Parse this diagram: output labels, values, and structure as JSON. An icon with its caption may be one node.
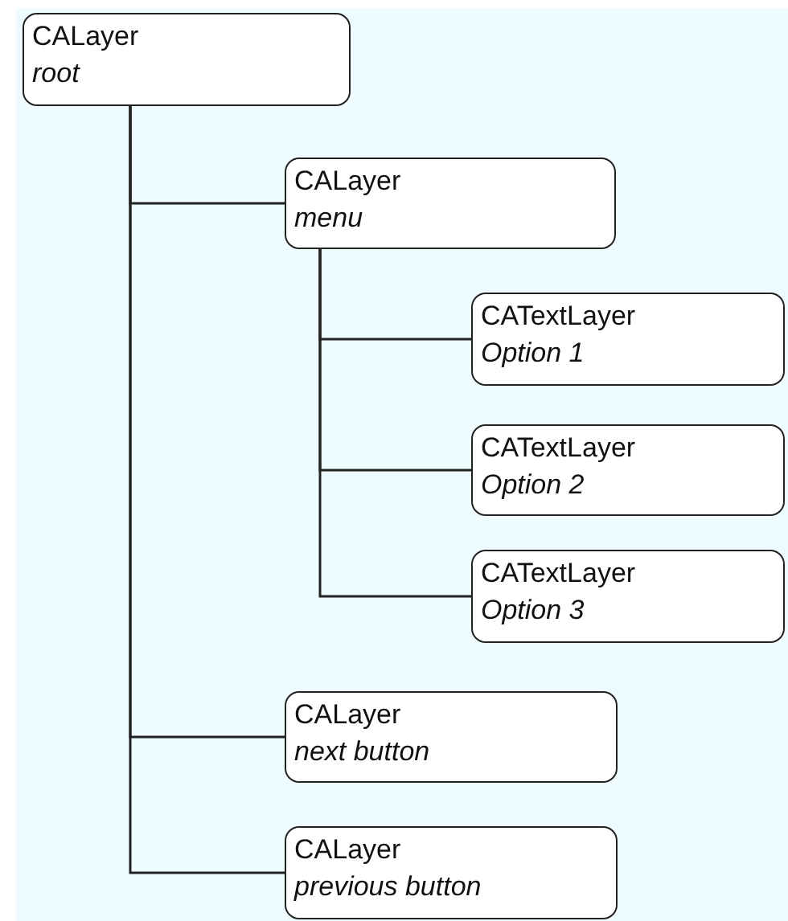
{
  "diagram": {
    "nodes": [
      {
        "text": [
          "CALayer",
          "root"
        ]
      },
      {
        "text": [
          "CALayer",
          "menu"
        ]
      },
      {
        "text": [
          "CATextLayer",
          "Option 1"
        ]
      },
      {
        "text": [
          "CATextLayer",
          "Option 2"
        ]
      },
      {
        "text": [
          "CATextLayer",
          "Option 3"
        ]
      },
      {
        "text": [
          "CALayer",
          "next button"
        ]
      },
      {
        "text": [
          "CALayer",
          "previous button"
        ]
      }
    ],
    "edges": [
      {
        "from": 0,
        "to": 1,
        "arrow": "none"
      },
      {
        "from": 1,
        "to": 2,
        "arrow": "none"
      },
      {
        "from": 1,
        "to": 3,
        "arrow": "none"
      },
      {
        "from": 1,
        "to": 4,
        "arrow": "none"
      },
      {
        "from": 0,
        "to": 5,
        "arrow": "none"
      },
      {
        "from": 0,
        "to": 6,
        "arrow": "none"
      }
    ]
  }
}
